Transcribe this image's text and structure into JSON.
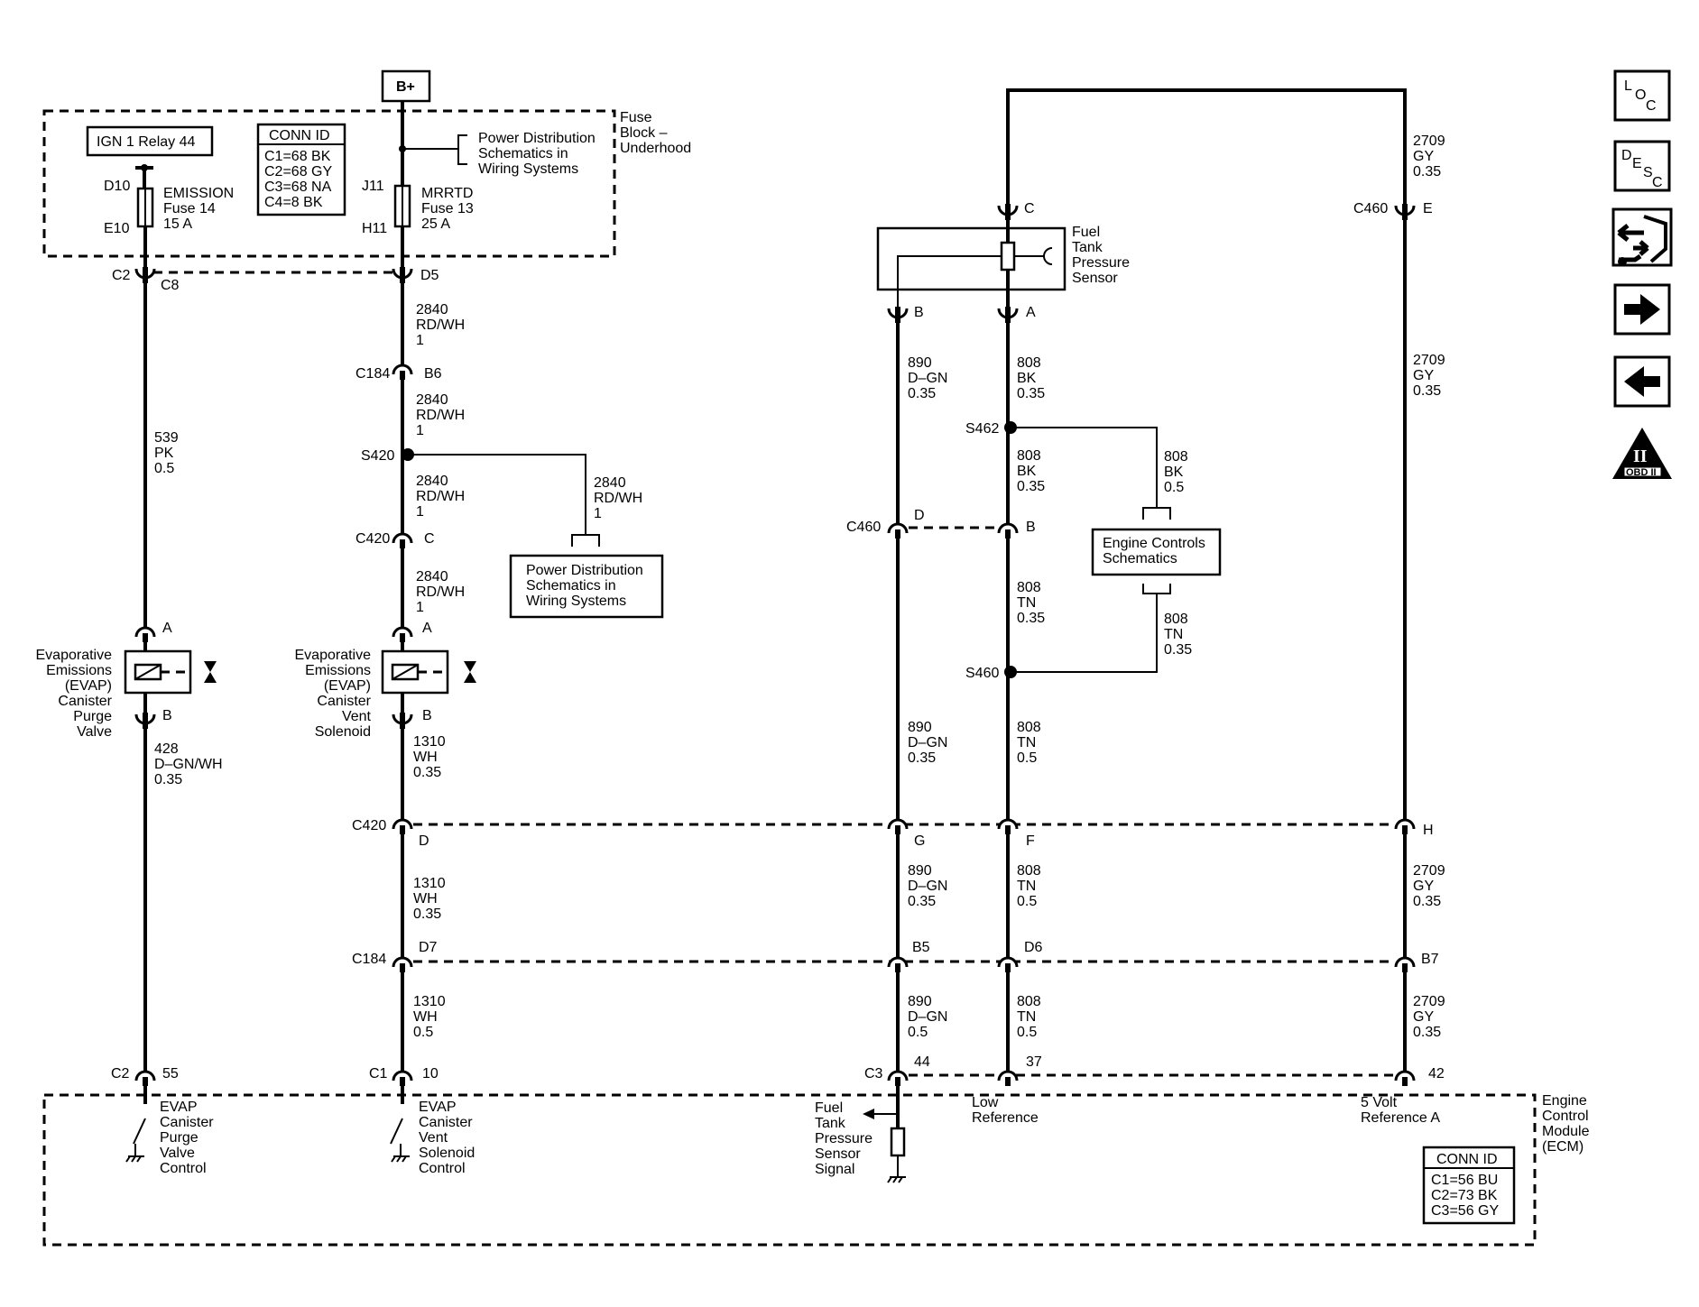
{
  "power": {
    "bplus": "B+"
  },
  "fuse_block": {
    "title": [
      "Fuse",
      "Block –",
      "Underhood"
    ],
    "relay": "IGN 1 Relay 44",
    "conn_id": {
      "title": "CONN ID",
      "lines": [
        "C1=68 BK",
        "C2=68 GY",
        "C3=68 NA",
        "C4=8 BK"
      ]
    },
    "pd_ref": [
      "Power Distribution",
      "Schematics in",
      "Wiring Systems"
    ],
    "fuse14": {
      "pin_top": "D10",
      "pin_bot": "E10",
      "lines": [
        "EMISSION",
        "Fuse 14",
        "15 A"
      ]
    },
    "fuse13": {
      "pin_top": "J11",
      "pin_bot": "H11",
      "lines": [
        "MRRTD",
        "Fuse 13",
        "25 A"
      ]
    }
  },
  "connectors": {
    "c2_left": "C2",
    "c2_pin": "C8",
    "d5": "D5",
    "c184_top": "C184",
    "b6": "B6",
    "s420": "S420",
    "c420_top": "C420",
    "c420_top_pin": "C",
    "pin_a": "A",
    "pin_b": "B",
    "c420_mid": "C420",
    "c420_mid_d": "D",
    "c420_mid_g": "G",
    "c420_mid_f": "F",
    "c420_mid_h": "H",
    "c184_low": "C184",
    "c184_low_d7": "D7",
    "c184_low_b5": "B5",
    "c184_low_d6": "D6",
    "c184_low_b7": "B7",
    "ecm_c2": "C2",
    "ecm_c2_pin": "55",
    "ecm_c1": "C1",
    "ecm_c1_pin": "10",
    "ecm_c3": "C3",
    "ecm_c3_pin44": "44",
    "ecm_c3_pin37": "37",
    "ecm_c3_pin42": "42",
    "c460_top": "C460",
    "c460_top_e": "E",
    "sensor_c": "C",
    "sensor_b": "B",
    "sensor_a": "A",
    "s462": "S462",
    "c460_mid": "C460",
    "c460_mid_d": "D",
    "c460_mid_b": "B",
    "s460": "S460"
  },
  "wires": {
    "w539": [
      "539",
      "PK",
      "0.5"
    ],
    "w428": [
      "428",
      "D–GN/WH",
      "0.35"
    ],
    "w2840_a": [
      "2840",
      "RD/WH",
      "1"
    ],
    "w2840_b": [
      "2840",
      "RD/WH",
      "1"
    ],
    "w2840_c": [
      "2840",
      "RD/WH",
      "1"
    ],
    "w2840_d": [
      "2840",
      "RD/WH",
      "1"
    ],
    "w2840_branch": [
      "2840",
      "RD/WH",
      "1"
    ],
    "w1310_a": [
      "1310",
      "WH",
      "0.35"
    ],
    "w1310_b": [
      "1310",
      "WH",
      "0.35"
    ],
    "w1310_c": [
      "1310",
      "WH",
      "0.5"
    ],
    "w890_a": [
      "890",
      "D–GN",
      "0.35"
    ],
    "w890_b": [
      "890",
      "D–GN",
      "0.35"
    ],
    "w890_c": [
      "890",
      "D–GN",
      "0.35"
    ],
    "w890_d": [
      "890",
      "D–GN",
      "0.5"
    ],
    "w808_a": [
      "808",
      "BK",
      "0.35"
    ],
    "w808_b": [
      "808",
      "BK",
      "0.35"
    ],
    "w808_branch_bk": [
      "808",
      "BK",
      "0.5"
    ],
    "w808_c": [
      "808",
      "TN",
      "0.35"
    ],
    "w808_branch_tn": [
      "808",
      "TN",
      "0.35"
    ],
    "w808_d": [
      "808",
      "TN",
      "0.5"
    ],
    "w808_e": [
      "808",
      "TN",
      "0.5"
    ],
    "w808_f": [
      "808",
      "TN",
      "0.5"
    ],
    "w2709_a": [
      "2709",
      "GY",
      "0.35"
    ],
    "w2709_b": [
      "2709",
      "GY",
      "0.35"
    ],
    "w2709_c": [
      "2709",
      "GY",
      "0.35"
    ],
    "w2709_d": [
      "2709",
      "GY",
      "0.35"
    ]
  },
  "components": {
    "purge_valve": [
      "Evaporative",
      "Emissions",
      "(EVAP)",
      "Canister",
      "Purge",
      "Valve"
    ],
    "vent_solenoid": [
      "Evaporative",
      "Emissions",
      "(EVAP)",
      "Canister",
      "Vent",
      "Solenoid"
    ],
    "pd_ref_box": [
      "Power Distribution",
      "Schematics in",
      "Wiring Systems"
    ],
    "fuel_tank_sensor": [
      "Fuel",
      "Tank",
      "Pressure",
      "Sensor"
    ],
    "engine_controls": [
      "Engine Controls",
      "Schematics"
    ]
  },
  "ecm": {
    "title": [
      "Engine",
      "Control",
      "Module",
      "(ECM)"
    ],
    "purge_control": [
      "EVAP",
      "Canister",
      "Purge",
      "Valve",
      "Control"
    ],
    "vent_control": [
      "EVAP",
      "Canister",
      "Vent",
      "Solenoid",
      "Control"
    ],
    "fts_signal": [
      "Fuel",
      "Tank",
      "Pressure",
      "Sensor",
      "Signal"
    ],
    "low_ref": [
      "Low",
      "Reference"
    ],
    "five_volt": [
      "5 Volt",
      "Reference A"
    ],
    "conn_id": {
      "title": "CONN ID",
      "lines": [
        "C1=56 BU",
        "C2=73 BK",
        "C3=56 GY"
      ]
    }
  },
  "nav": {
    "loc": [
      "L",
      "O",
      "C"
    ],
    "desc": [
      "D",
      "E",
      "S",
      "C"
    ],
    "obd_numeral": "II",
    "obd_label": "OBD II"
  }
}
